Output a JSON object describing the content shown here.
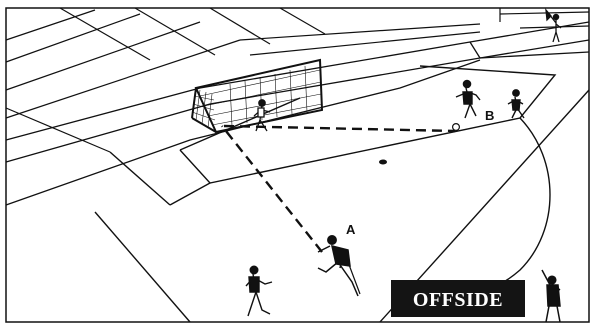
{
  "diagram": {
    "badge": {
      "text": "OFFSIDE"
    },
    "player_labels": {
      "a": "A",
      "b": "B"
    },
    "colors": {
      "ink": "#111111",
      "paper": "#ffffff",
      "badge_bg": "#141414",
      "badge_text": "#ffffff"
    }
  }
}
